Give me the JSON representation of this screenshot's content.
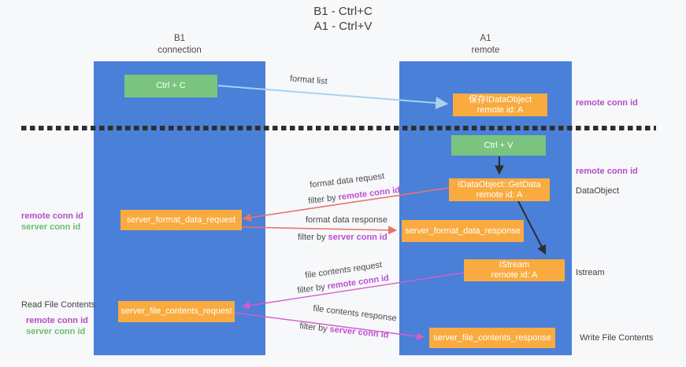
{
  "title": {
    "line1": "B1 - Ctrl+C",
    "line2": "A1 - Ctrl+V"
  },
  "lanes": {
    "left": {
      "name": "B1",
      "type": "connection"
    },
    "right": {
      "name": "A1",
      "type": "remote"
    }
  },
  "nodes": {
    "ctrl_c": {
      "label": "Ctrl + C"
    },
    "ctrl_v": {
      "label": "Ctrl + V"
    },
    "save_dataobject": {
      "line1": "保存IDataObject",
      "line2": "remote id: A"
    },
    "getdata": {
      "line1": "IDataObject::GetData",
      "line2": "remote id: A"
    },
    "istream": {
      "line1": "IStream",
      "line2": "remote id: A"
    },
    "server_format_data_request": {
      "label": "server_format_data_request"
    },
    "server_format_data_response": {
      "label": "server_format_data_response"
    },
    "server_file_contents_request": {
      "label": "server_file_contents_request"
    },
    "server_file_contents_response": {
      "label": "server_file_contents_response"
    }
  },
  "arrows": {
    "format_list": {
      "label": "format list"
    },
    "format_data_request": {
      "label": "format data request",
      "filter_prefix": "filter by ",
      "filter_value": "remote conn id"
    },
    "format_data_response": {
      "label": "format data response",
      "filter_prefix": "filter by ",
      "filter_value": "server conn id"
    },
    "file_contents_request": {
      "label": "file contents request",
      "filter_prefix": "filter by ",
      "filter_value": "remote conn id"
    },
    "file_contents_response": {
      "label": "file contents response",
      "filter_prefix": "filter by ",
      "filter_value": "server conn id"
    }
  },
  "side_labels": {
    "right_remote_top": "remote conn id",
    "right_remote_mid": "remote conn id",
    "dataobject": "DataObject",
    "istream": "Istream",
    "write_file_contents": "Write File Contents",
    "left_remote_1": "remote conn id",
    "left_server_1": "server conn id",
    "read_file_contents": "Read File Contents",
    "left_remote_2": "remote conn id",
    "left_server_2": "server conn id"
  },
  "colors": {
    "lane": "#4a80d8",
    "orange": "#f9ab40",
    "node-green": "#7ac480",
    "lightblue": "#a6d2f0",
    "salmon": "#e8736e",
    "magenta": "#d75bce",
    "purple": "#b14fc4",
    "purple-bright": "#bc4fd4",
    "green-label": "#69be6d",
    "ink": "#2e2e2e"
  }
}
